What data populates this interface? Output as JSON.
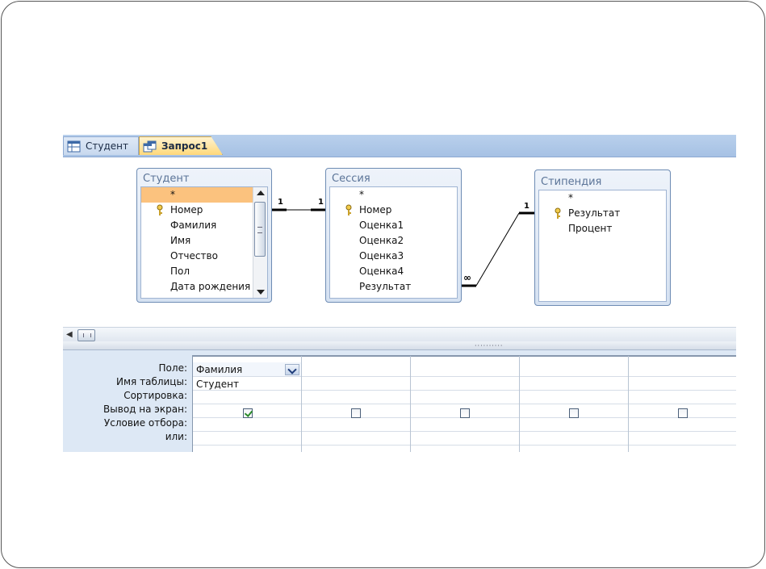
{
  "tabs": [
    {
      "label": "Студент",
      "active": false,
      "icon": "table-icon"
    },
    {
      "label": "Запрос1",
      "active": true,
      "icon": "query-icon"
    }
  ],
  "tables": {
    "student": {
      "title": "Студент",
      "fields": [
        "*",
        "Номер",
        "Фамилия",
        "Имя",
        "Отчество",
        "Пол",
        "Дата рождения"
      ],
      "key_field": "Номер",
      "selected_field": "*"
    },
    "session": {
      "title": "Сессия",
      "fields": [
        "*",
        "Номер",
        "Оценка1",
        "Оценка2",
        "Оценка3",
        "Оценка4",
        "Результат"
      ],
      "key_field": "Номер"
    },
    "scholarship": {
      "title": "Стипендия",
      "fields": [
        "*",
        "Результат",
        "Процент"
      ],
      "key_field": "Результат"
    }
  },
  "relations": [
    {
      "from": "Студент.Номер",
      "to": "Сессия.Номер",
      "from_label": "1",
      "to_label": "1"
    },
    {
      "from": "Сессия.Результат",
      "to": "Стипендия.Результат",
      "from_label": "∞",
      "to_label": "1"
    }
  ],
  "grid": {
    "row_labels": [
      "Поле:",
      "Имя таблицы:",
      "Сортировка:",
      "Вывод на экран:",
      "Условие отбора:",
      "или:"
    ],
    "columns": [
      {
        "field": "Фамилия",
        "table": "Студент",
        "show": true
      },
      {
        "field": "",
        "table": "",
        "show": false
      },
      {
        "field": "",
        "table": "",
        "show": false
      },
      {
        "field": "",
        "table": "",
        "show": false
      },
      {
        "field": "",
        "table": "",
        "show": false
      }
    ]
  },
  "colors": {
    "selected_field": "#fbc27e",
    "tab_active": "#ffd87a",
    "grid_bg": "#dde8f5",
    "check": "#2a8a2a"
  }
}
